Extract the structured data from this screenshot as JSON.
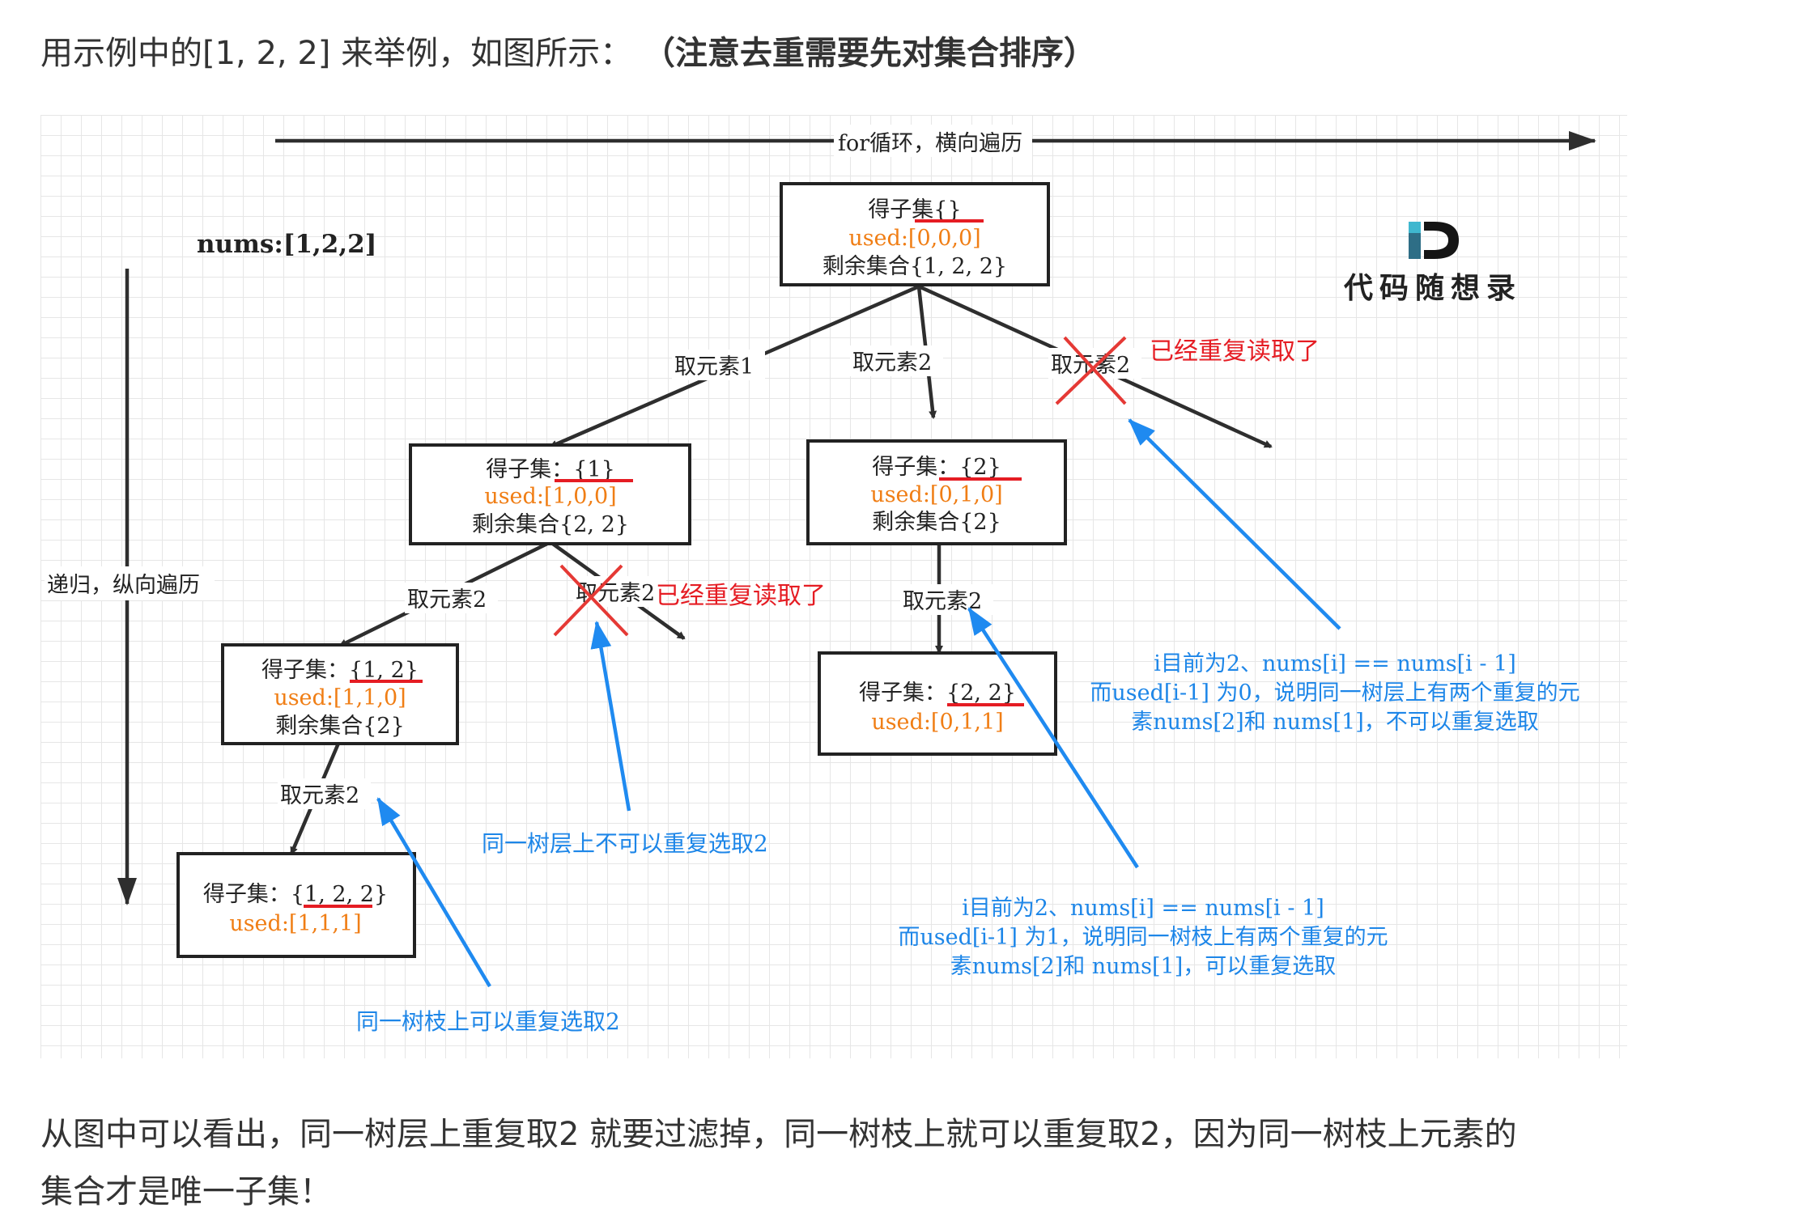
{
  "intro": {
    "text": "用示例中的[1, 2, 2] 来举例，如图所示： ",
    "emphasis": "（注意去重需要先对集合排序）"
  },
  "figure": {
    "horizontal_axis_label": "for循环，横向遍历",
    "vertical_axis_label": "递归，纵向遍历",
    "nums_label": "nums:[1,2,2]",
    "logo": {
      "icon": "letter-d-logo-icon",
      "text": "代码随想录"
    },
    "nodes": [
      {
        "subset": "得子集{}",
        "used": "used:[0,0,0]",
        "rest": "剩余集合{1, 2, 2}"
      },
      {
        "subset": "得子集：{1}",
        "used": "used:[1,0,0]",
        "rest": "剩余集合{2, 2}"
      },
      {
        "subset": "得子集：{2}",
        "used": "used:[0,1,0]",
        "rest": "剩余集合{2}"
      },
      {
        "subset": "得子集：{1, 2}",
        "used": "used:[1,1,0]",
        "rest": "剩余集合{2}"
      },
      {
        "subset": "得子集：{2, 2}",
        "used": "used:[0,1,1]",
        "rest": ""
      },
      {
        "subset": "得子集：{1, 2, 2}",
        "used": "used:[1,1,1]",
        "rest": ""
      }
    ],
    "edge_labels": {
      "root_take1": "取元素1",
      "root_take2": "取元素2",
      "root_take2_pruned": "取元素2",
      "n1_take2": "取元素2",
      "n1_take2_pruned": "取元素2",
      "n2_take2": "取元素2",
      "n12_take2": "取元素2"
    },
    "pruned_note_root": "已经重复读取了",
    "pruned_note_n1": "已经重复读取了",
    "annotations": {
      "same_level": "同一树层上不可以重复选取2",
      "same_branch": "同一树枝上可以重复选取2",
      "level_explain": [
        "i目前为2、nums[i] == nums[i - 1]",
        "而used[i-1] 为0，说明同一树层上有两个重复的元",
        "素nums[2]和 nums[1]，不可以重复选取"
      ],
      "branch_explain": [
        "i目前为2、nums[i] == nums[i - 1]",
        "而used[i-1] 为1，说明同一树枝上有两个重复的元",
        "素nums[2]和 nums[1]，可以重复选取"
      ]
    },
    "colors": {
      "tree": "#222222",
      "used_text": "#f07e15",
      "pruned": "#e51c23",
      "annotation": "#1d86e8",
      "grid": "#e6e6e6"
    }
  },
  "conclusion": {
    "line1": "从图中可以看出，同一树层上重复取2 就要过滤掉，同一树枝上就可以重复取2，因为同一树枝上元素的",
    "line2": "集合才是唯一子集！"
  }
}
